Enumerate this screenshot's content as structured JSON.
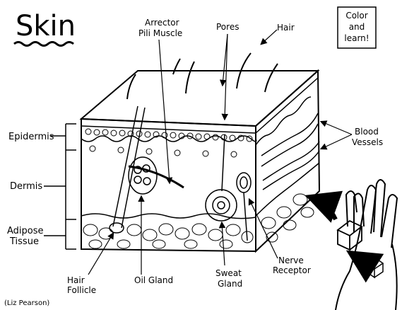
{
  "title": "Skin",
  "note": [
    "Color",
    "and",
    "learn!"
  ],
  "credit": "(Liz Pearson)",
  "labels": {
    "arrector": [
      "Arrector",
      "Pili Muscle"
    ],
    "pores": "Pores",
    "hair": "Hair",
    "epidermis": "Epidermis",
    "dermis": "Dermis",
    "adipose": [
      "Adipose",
      "Tissue"
    ],
    "blood_vessels": [
      "Blood",
      "Vessels"
    ],
    "nerve_receptor": [
      "Nerve",
      "Receptor"
    ],
    "sweat_gland": [
      "Sweat",
      "Gland"
    ],
    "oil_gland": "Oil Gland",
    "hair_follicle": [
      "Hair",
      "Follicle"
    ]
  },
  "colors": {
    "ink": "#000000",
    "paper": "#ffffff"
  }
}
